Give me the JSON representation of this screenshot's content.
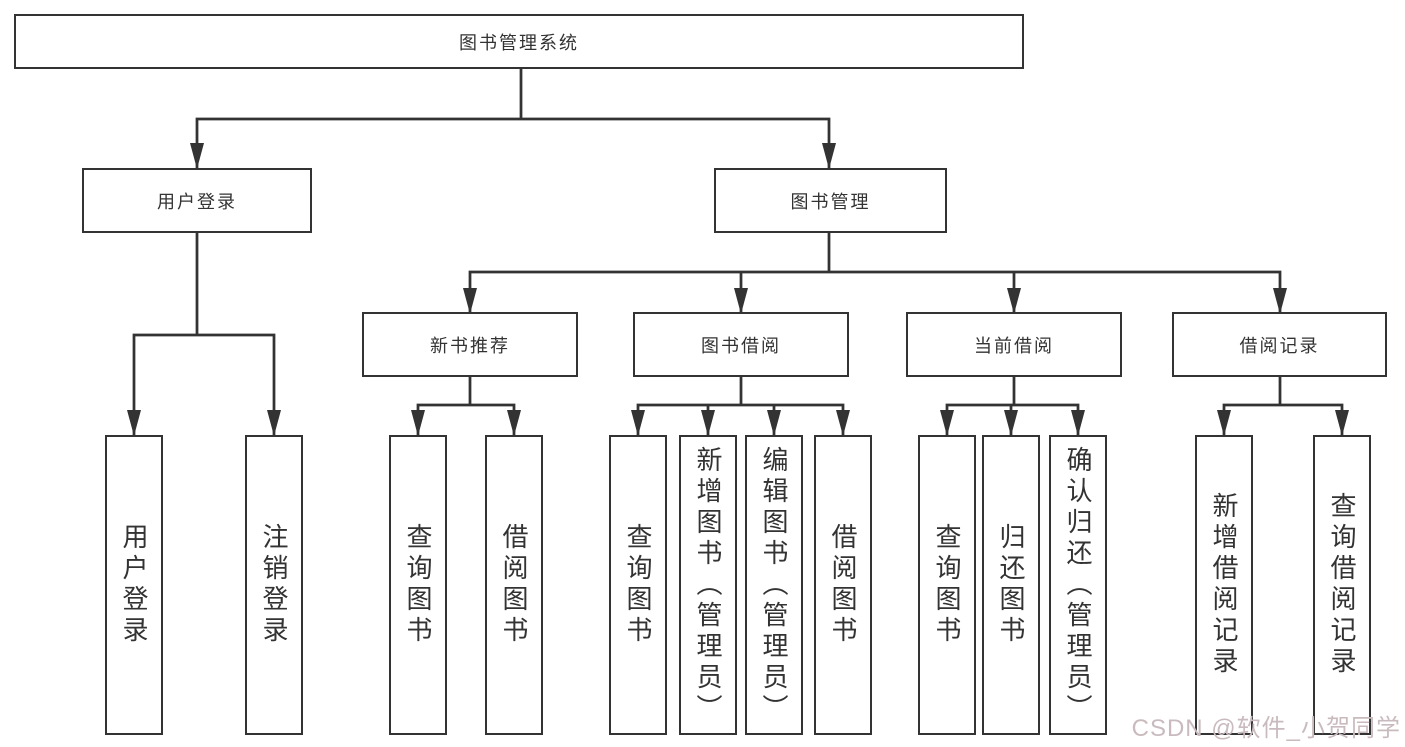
{
  "page": {
    "background": "#ffffff"
  },
  "diagram": {
    "line_color": "#333333",
    "box_border_color": "#333333",
    "text_color": "#333333",
    "root": {
      "label": "图书管理系统"
    },
    "branches": [
      {
        "label": "用户登录",
        "children": [
          {
            "label": "用户登录"
          },
          {
            "label": "注销登录"
          }
        ]
      },
      {
        "label": "图书管理",
        "children": [
          {
            "label": "新书推荐",
            "children": [
              {
                "label": "查询图书"
              },
              {
                "label": "借阅图书"
              }
            ]
          },
          {
            "label": "图书借阅",
            "children": [
              {
                "label": "查询图书"
              },
              {
                "label": "新增图书（管理员）"
              },
              {
                "label": "编辑图书（管理员）"
              },
              {
                "label": "借阅图书"
              }
            ]
          },
          {
            "label": "当前借阅",
            "children": [
              {
                "label": "查询图书"
              },
              {
                "label": "归还图书"
              },
              {
                "label": "确认归还（管理员）"
              }
            ]
          },
          {
            "label": "借阅记录",
            "children": [
              {
                "label": "新增借阅记录"
              },
              {
                "label": "查询借阅记录"
              }
            ]
          }
        ]
      }
    ]
  },
  "watermark": {
    "text": "CSDN @软件_小贺同学",
    "color": "#c9bbbd"
  }
}
